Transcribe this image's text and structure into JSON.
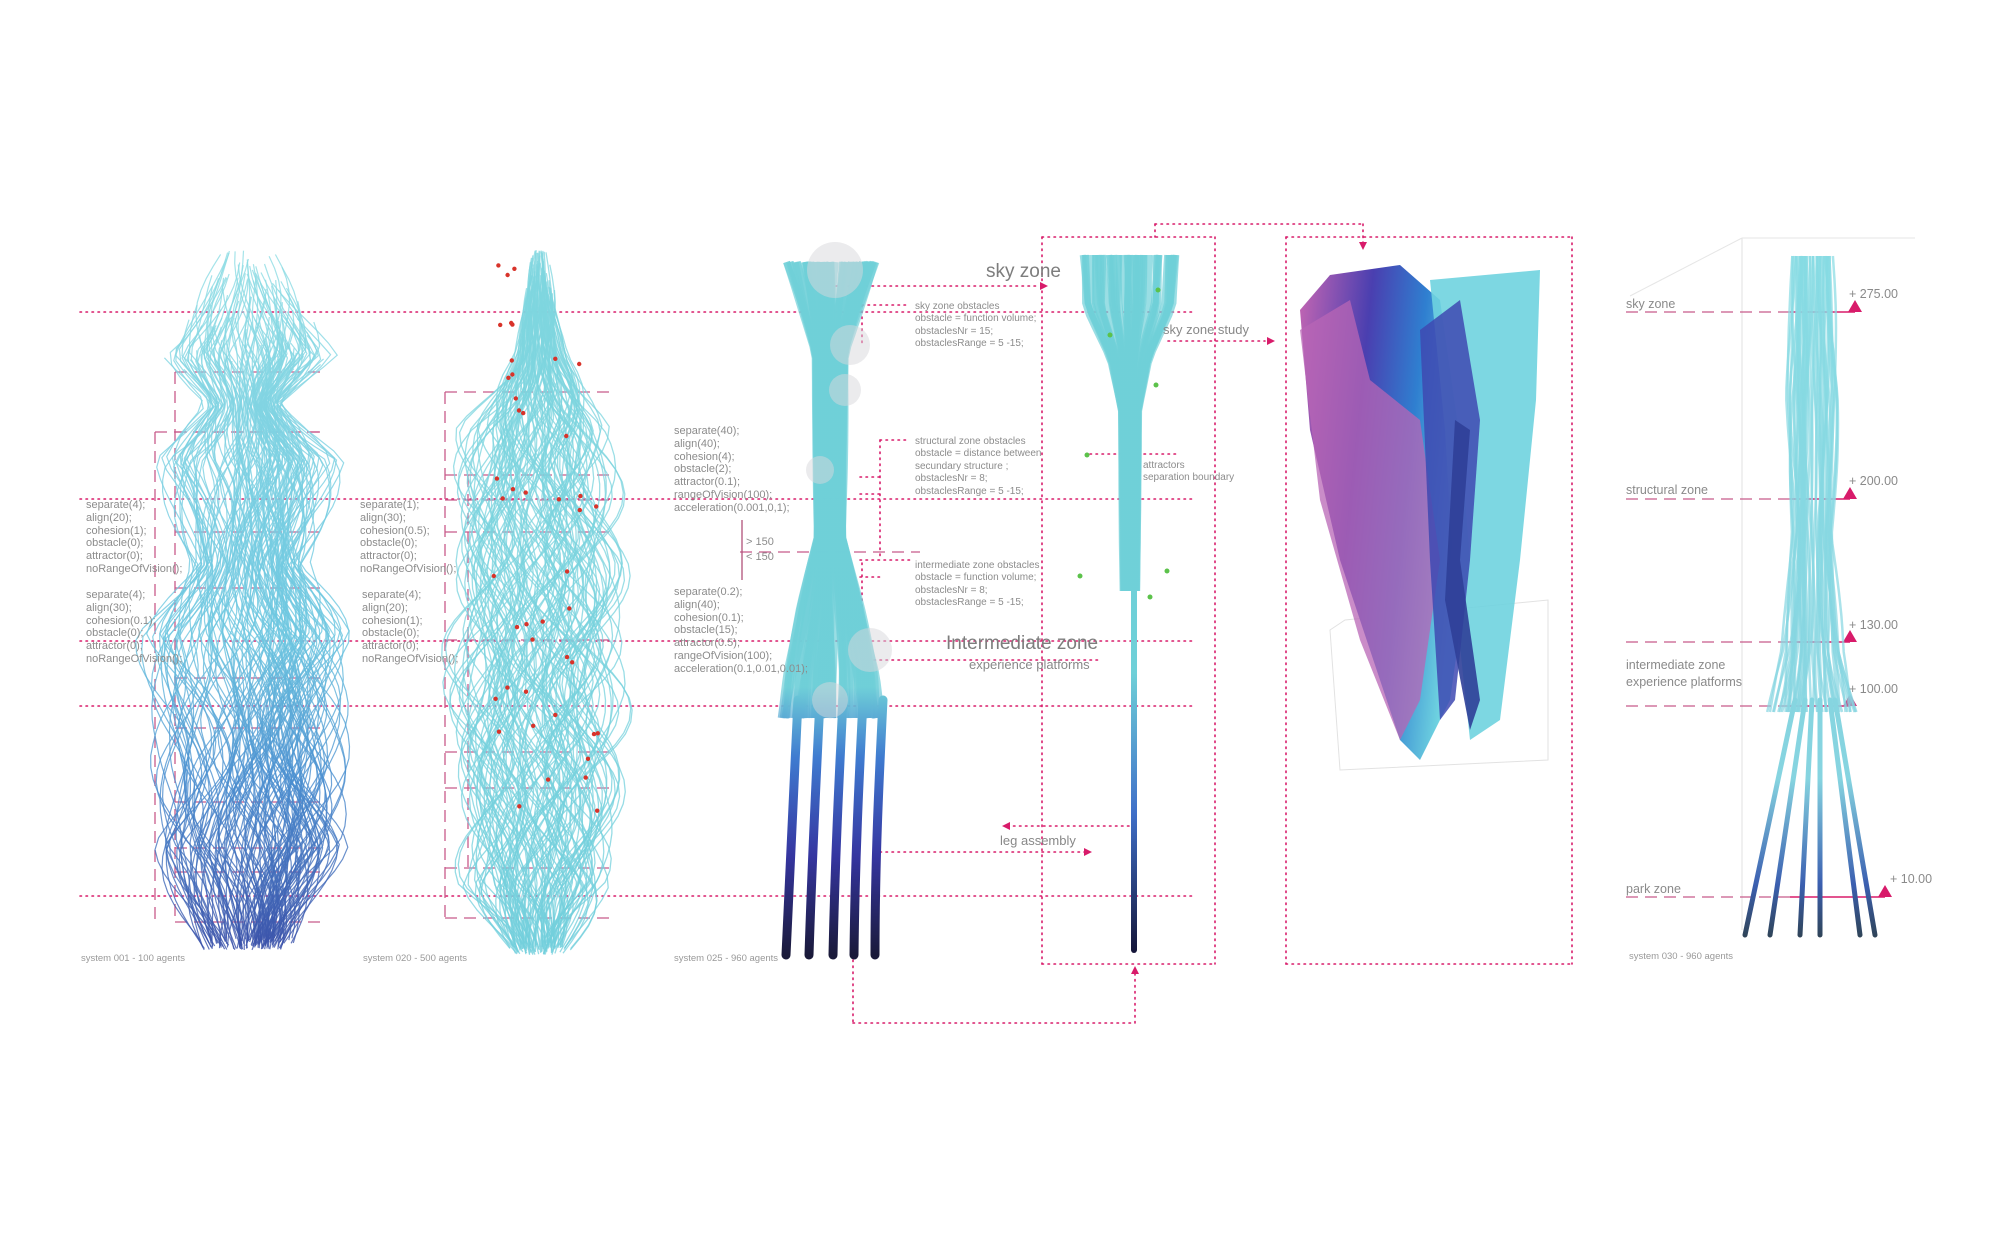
{
  "colors": {
    "accent": "#d81b6a",
    "strand": "#6fd0dc",
    "strand_dark": "#3b4aa8",
    "purple": "#b05fb5",
    "text": "#8a8a8a"
  },
  "systems": [
    {
      "caption": "system 001 - 100 agents",
      "params_upper": [
        "separate(4);",
        "align(20);",
        "cohesion(1);",
        "obstacle(0);",
        "attractor(0);",
        "noRangeOfVision();"
      ],
      "params_lower": [
        "separate(4);",
        "align(30);",
        "cohesion(0.1);",
        "obstacle(0);",
        "attractor(0);",
        "noRangeOfVision();"
      ]
    },
    {
      "caption": "system 020 - 500 agents",
      "params_upper": [
        "separate(1);",
        "align(30);",
        "cohesion(0.5);",
        "obstacle(0);",
        "attractor(0);",
        "noRangeOfVision();"
      ],
      "params_lower": [
        "separate(4);",
        "align(20);",
        "cohesion(1);",
        "obstacle(0);",
        "attractor(0);",
        "noRangeOfVision();"
      ]
    },
    {
      "caption": "system 025 - 960 agents",
      "params_upper": [
        "separate(40);",
        "align(40);",
        "cohesion(4);",
        "obstacle(2);",
        "attractor(0.1);",
        "rangeOfVision(100);",
        "acceleration(0.001,0,1);"
      ],
      "params_lower": [
        "separate(0.2);",
        "align(40);",
        "cohesion(0.1);",
        "obstacle(15);",
        "attractor(0.5);",
        "rangeOfVision(100);",
        "acceleration(0.1,0.01,0.01);"
      ],
      "threshold_above": "> 150",
      "threshold_below": "< 150"
    },
    {
      "caption": "system 030 - 960 agents"
    }
  ],
  "annotations": {
    "sky_zone": "sky zone",
    "sky_zone_obstacles": [
      "sky zone obstacles",
      "obstacle = function volume;",
      "obstaclesNr = 15;",
      "obstaclesRange = 5 -15;"
    ],
    "structural_zone_obstacles": [
      "structural zone obstacles",
      "obstacle = distance between",
      "secundary structure ;",
      "obstaclesNr = 8;",
      "obstaclesRange = 5 -15;"
    ],
    "intermediate_zone_obstacles": [
      "intermediate zone obstacles",
      "obstacle = function volume;",
      "obstaclesNr = 8;",
      "obstaclesRange = 5 -15;"
    ],
    "intermediate_zone": "Intermediate zone",
    "experience_platforms": "experience platforms",
    "leg_assembly": "leg assembly",
    "sky_zone_study": "sky zone study",
    "attractors": "attractors",
    "separation_boundary": "separation boundary"
  },
  "elevation": {
    "zones": [
      {
        "label": "sky zone",
        "level": "+ 275.00"
      },
      {
        "label": "structural zone",
        "level": "+ 200.00"
      },
      {
        "label": "",
        "level": "+ 130.00"
      },
      {
        "label": "intermediate zone",
        "label2": "experience platforms",
        "level": "+ 100.00"
      },
      {
        "label": "park zone",
        "level": "+ 10.00"
      }
    ]
  }
}
